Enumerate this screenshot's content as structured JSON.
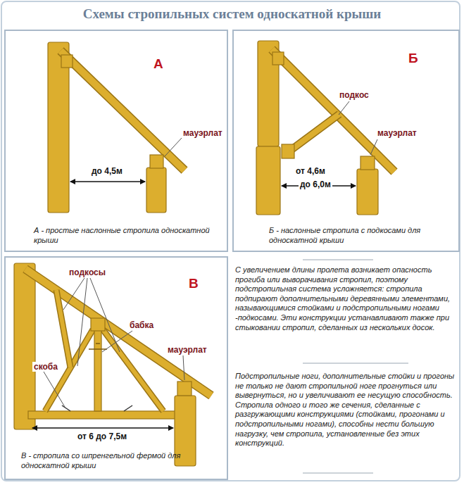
{
  "diagram": {
    "title": "Схемы стропильных систем односкатной крыши",
    "nodes": [
      {
        "text": [
          "А",
          "мауэрлат",
          "до 4,5м",
          "А - простые наслонные стропила односкатной крыши"
        ]
      },
      {
        "text": [
          "Б",
          "подкос",
          "мауэрлат",
          "от 4,6м",
          "до 6,0м",
          "Б - наслонные стропила с подкосами для односкатной крыши"
        ]
      },
      {
        "text": [
          "В",
          "подкосы",
          "бабка",
          "мауэрлат",
          "скоба",
          "от 6 до 7,5м",
          "В - стропила со шпренгельной фермой для односкатной крыши"
        ]
      }
    ],
    "labels": [
      "С увеличением длины пролета возникает опасность прогиба или выворачивания стропил, поэтому подстропильная система усложняется: стропила подпирают дополнительными деревянными элементами, называющимися стойками и подстропильными ногами -подкосами. Эти конструкции устанавливают также при стыковании стропил, сделанных из нескольких досок.",
      "Подстропильные ноги, дополнительные стойки и прогоны не только не дают стропильной ноге прогнуться или вывернуться, но и увеличивают ее несущую способность. Стропила одного и того же сечения, сделанные с разгружающими конструкциями (стойками, прогонами и подстропильными ногами), способны нести большую нагрузку, чем стропила, установленные без этих конструкций."
    ]
  }
}
